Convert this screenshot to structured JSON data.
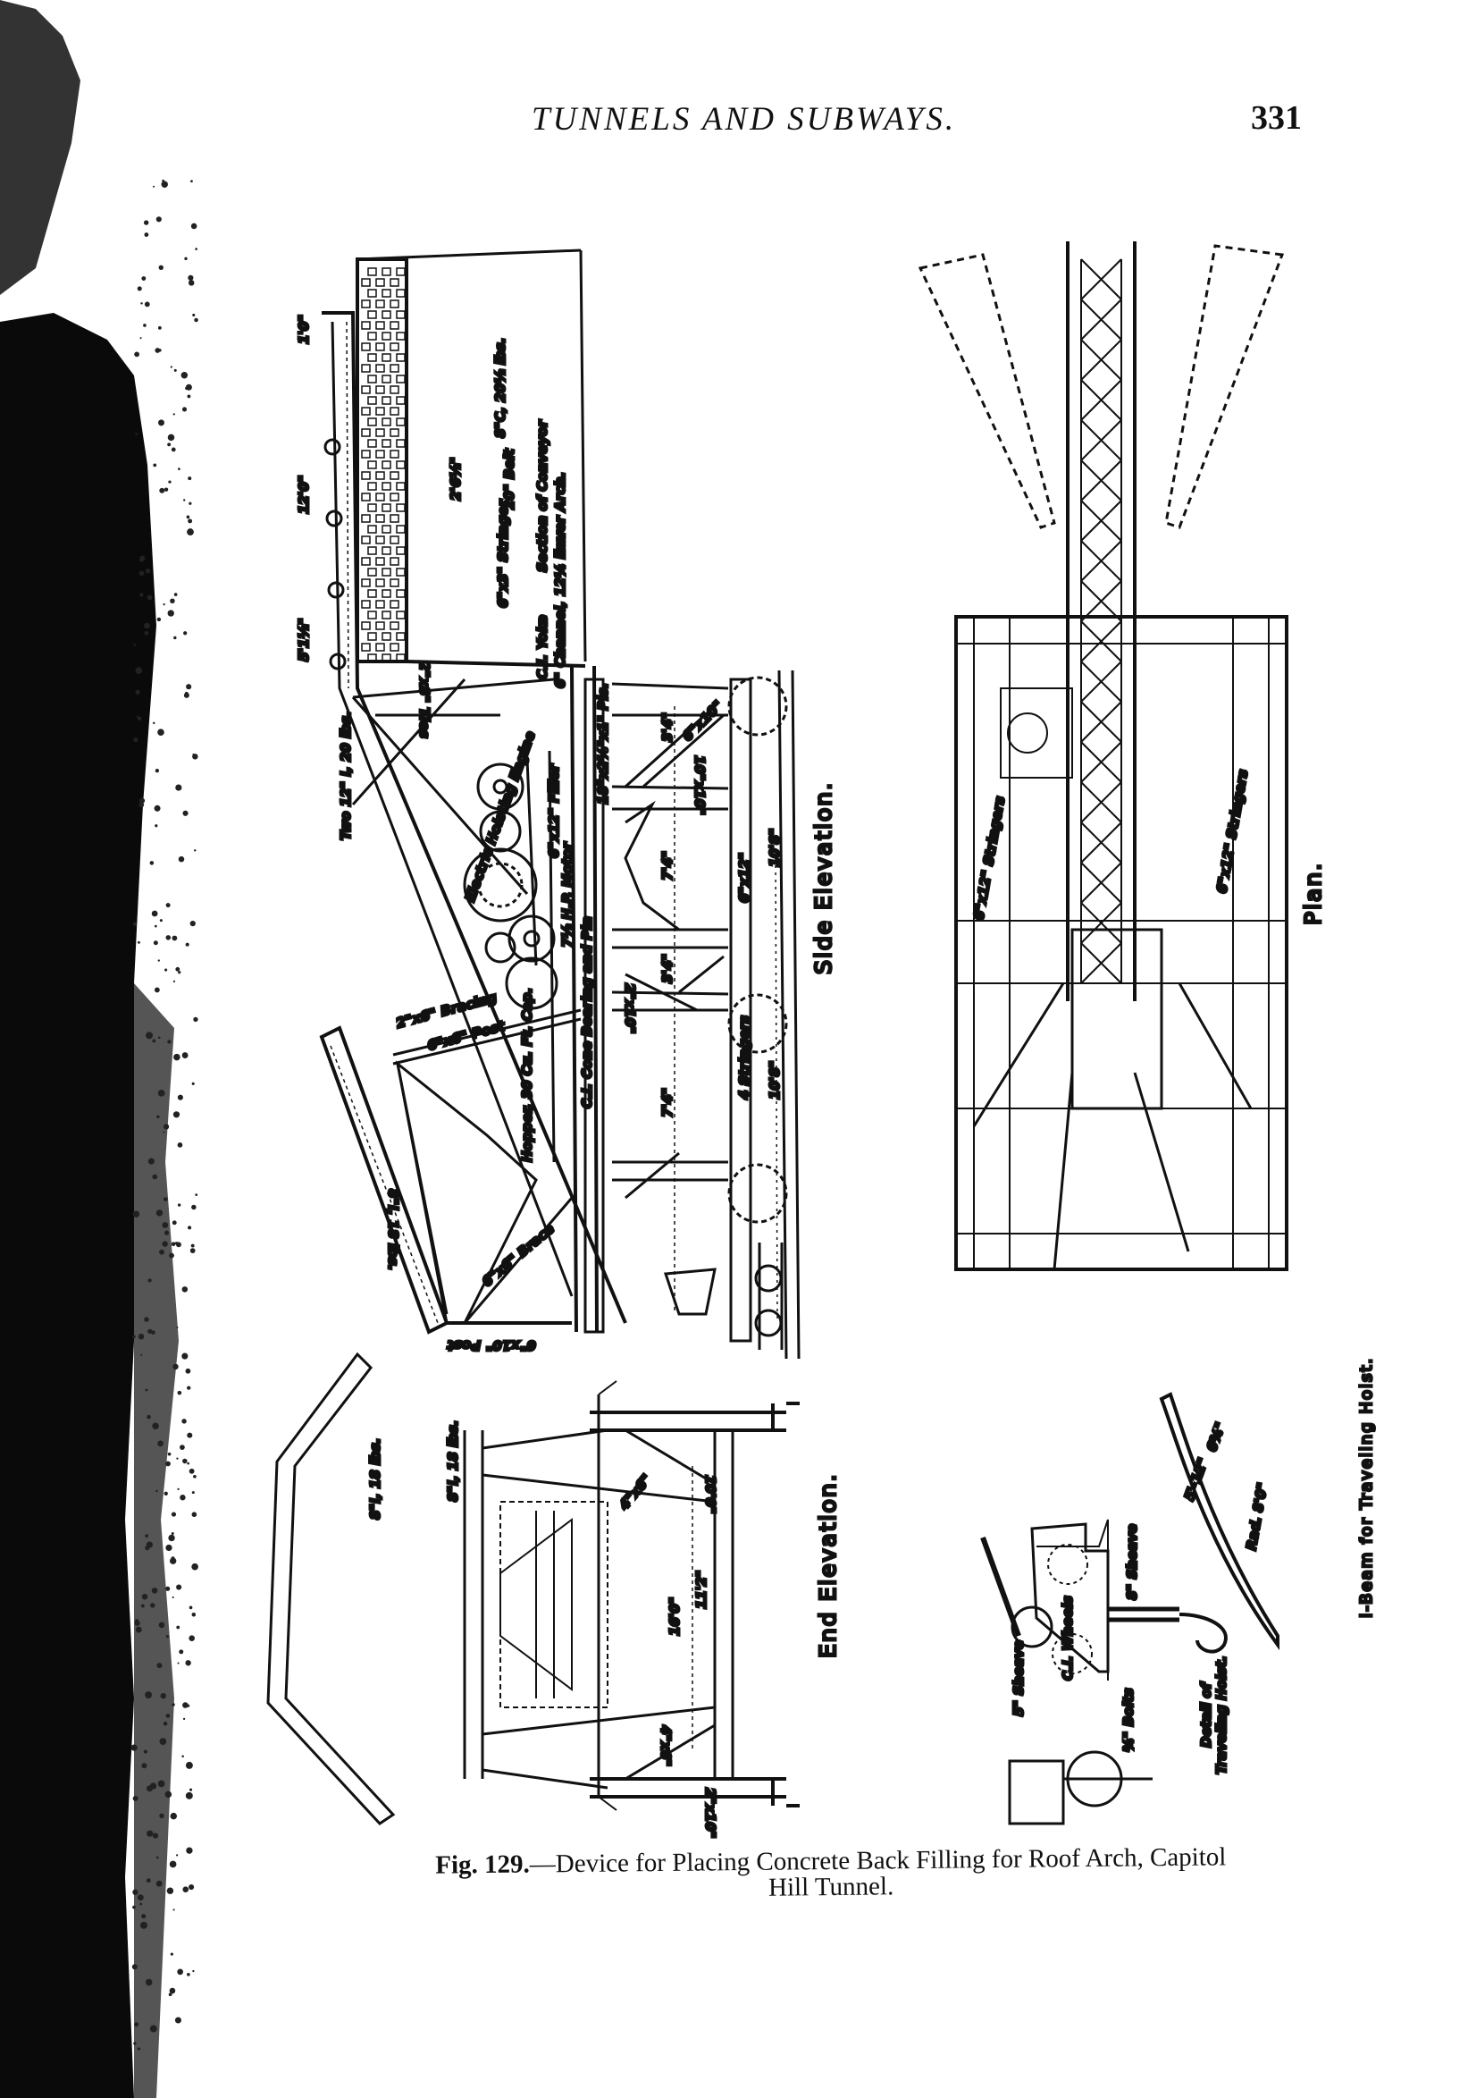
{
  "header": {
    "running_title": "TUNNELS AND SUBWAYS.",
    "page_number": "331"
  },
  "caption": {
    "figure_number": "Fig. 129.",
    "line1": "—Device for Placing Concrete Back Filling for Roof Arch, Capitol",
    "line2": "Hill Tunnel."
  },
  "views": {
    "side": "Side Elevation.",
    "plan": "Plan.",
    "end": "End Elevation.",
    "section_1": "Section of Conveyor",
    "section_2": "over Arch.",
    "hoist_1": "Detail of",
    "hoist_2": "Traveling Hoist.",
    "ibeam": "I-Beam for Traveling Hoist."
  },
  "labels": {
    "d_1_0": "1'0\"",
    "d_12_0": "12'0\"",
    "d_5_1": "5'1½\"",
    "d_2_6": "2'6½\"",
    "belt": "20\" Belt",
    "stringer": "6\"x3\" Stringer",
    "channel8": "8\"C, 20½ lbs.",
    "channel6": "6\" Channel, 12¼ lbs.",
    "yoke": "C.I. Yoke",
    "two_i": "Two 12\" I, 20 lbs.",
    "ties": "2\"x8\" Ties",
    "engine": "Electric Hoisting Engine",
    "motor": "7½ H.P. Motor",
    "cone": "C.I. Cone Bearing and Pin",
    "filler": "6\"x12\" Filler",
    "plates": "18\"x2⅝\"x1\" Pls.",
    "d_3_4": "3'4\"",
    "d_7_4": "7'4\"",
    "t10x10": "10\"x10\"",
    "t6x10": "6\"x10\"",
    "t6x12": "6\"x12\"",
    "t2x10": "2\"x10\"",
    "d_10_8": "10'8\"",
    "stringers4": "4 Stringers",
    "bracing": "2\"x6\" Bracing",
    "post6": "6\"x6\" Post",
    "hopper": "Hopper, 30 Cu. Ft. Cap.",
    "brace6": "6\"x6\" Brace",
    "ibeam18": "8\"I, 18 lbs.",
    "post10": "6\"x10\" Post",
    "t4x6": "4\"x6\"",
    "d_10_0": "10'0\"",
    "d_16_0": "16'0\"",
    "d_11_2": "11'2\"",
    "plan_stringers": "6\"x12\" Stringers",
    "sheave5": "5\" Sheave",
    "wheels": "C.I. Wheels",
    "sheave8": "8\" Sheave",
    "bolts": "¾\" Bolts",
    "radius": "Rad. 8'0\"",
    "beam_len": "5'-12\"",
    "beam_depth": "6¾\""
  }
}
